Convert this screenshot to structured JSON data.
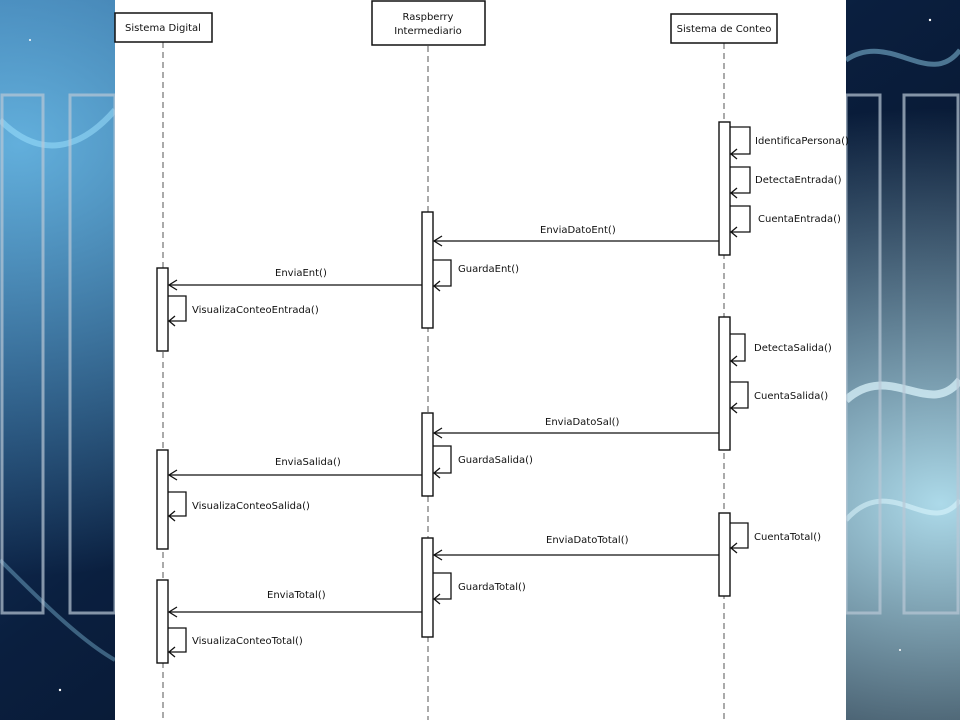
{
  "background": {
    "colors": {
      "deep": "#07142a",
      "mid": "#123a6e",
      "glow": "#9fe3ff",
      "frame": "#b9c7d6"
    }
  },
  "diagram": {
    "type": "sequence",
    "participants": [
      {
        "id": "digital",
        "label_lines": [
          "Sistema Digital"
        ]
      },
      {
        "id": "raspberry",
        "label_lines": [
          "Raspberry",
          "Intermediario"
        ]
      },
      {
        "id": "conteo",
        "label_lines": [
          "Sistema de Conteo"
        ]
      }
    ],
    "messages": [
      {
        "from": "conteo",
        "to": "conteo",
        "label": "IdentificaPersona()"
      },
      {
        "from": "conteo",
        "to": "conteo",
        "label": "DetectaEntrada()"
      },
      {
        "from": "conteo",
        "to": "conteo",
        "label": "CuentaEntrada()"
      },
      {
        "from": "conteo",
        "to": "raspberry",
        "label": "EnviaDatoEnt()"
      },
      {
        "from": "raspberry",
        "to": "raspberry",
        "label": "GuardaEnt()"
      },
      {
        "from": "raspberry",
        "to": "digital",
        "label": "EnviaEnt()"
      },
      {
        "from": "digital",
        "to": "digital",
        "label": "VisualizaConteoEntrada()"
      },
      {
        "from": "conteo",
        "to": "conteo",
        "label": "DetectaSalida()"
      },
      {
        "from": "conteo",
        "to": "conteo",
        "label": "CuentaSalida()"
      },
      {
        "from": "conteo",
        "to": "raspberry",
        "label": "EnviaDatoSal()"
      },
      {
        "from": "raspberry",
        "to": "raspberry",
        "label": "GuardaSalida()"
      },
      {
        "from": "raspberry",
        "to": "digital",
        "label": "EnviaSalida()"
      },
      {
        "from": "digital",
        "to": "digital",
        "label": "VisualizaConteoSalida()"
      },
      {
        "from": "conteo",
        "to": "conteo",
        "label": "CuentaTotal()"
      },
      {
        "from": "conteo",
        "to": "raspberry",
        "label": "EnviaDatoTotal()"
      },
      {
        "from": "raspberry",
        "to": "raspberry",
        "label": "GuardaTotal()"
      },
      {
        "from": "raspberry",
        "to": "digital",
        "label": "EnviaTotal()"
      },
      {
        "from": "digital",
        "to": "digital",
        "label": "VisualizaConteoTotal()"
      }
    ]
  }
}
